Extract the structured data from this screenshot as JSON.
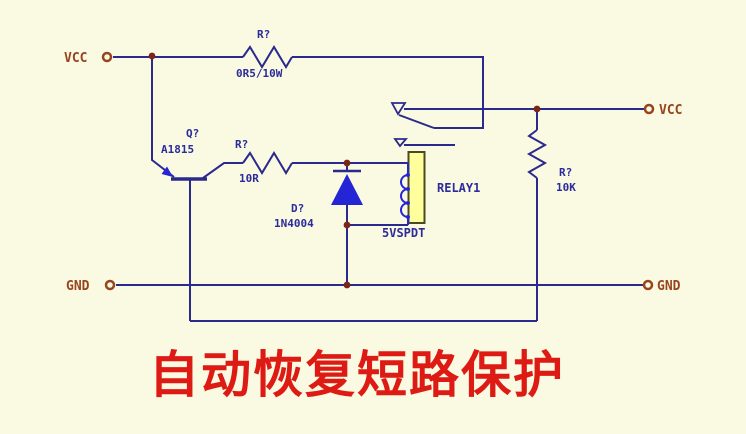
{
  "title": {
    "text": "自动恢复短路保护"
  },
  "ports": {
    "vcc_left": "VCC",
    "gnd_left": "GND",
    "vcc_right": "VCC",
    "gnd_right": "GND"
  },
  "components": {
    "r1": {
      "ref": "R?",
      "value": "0R5/10W"
    },
    "q1": {
      "ref": "Q?",
      "value": "A1815"
    },
    "r2": {
      "ref": "R?",
      "value": "10R"
    },
    "d1": {
      "ref": "D?",
      "value": "1N4004"
    },
    "relay": {
      "ref": "RELAY1",
      "value": "5VSPDT"
    },
    "r3": {
      "ref": "R?",
      "value": "10K"
    }
  },
  "colors": {
    "background": "#FAF9E1",
    "wire": "#2A2A8E",
    "component_label": "#2B2B9B",
    "port_label": "#96451E",
    "junction_dot": "#7B2418",
    "device_fill": "#2425D5",
    "relay_fill": "#FEFE9C",
    "relay_border": "#4A4A20",
    "title_red": "#DE1A14"
  }
}
